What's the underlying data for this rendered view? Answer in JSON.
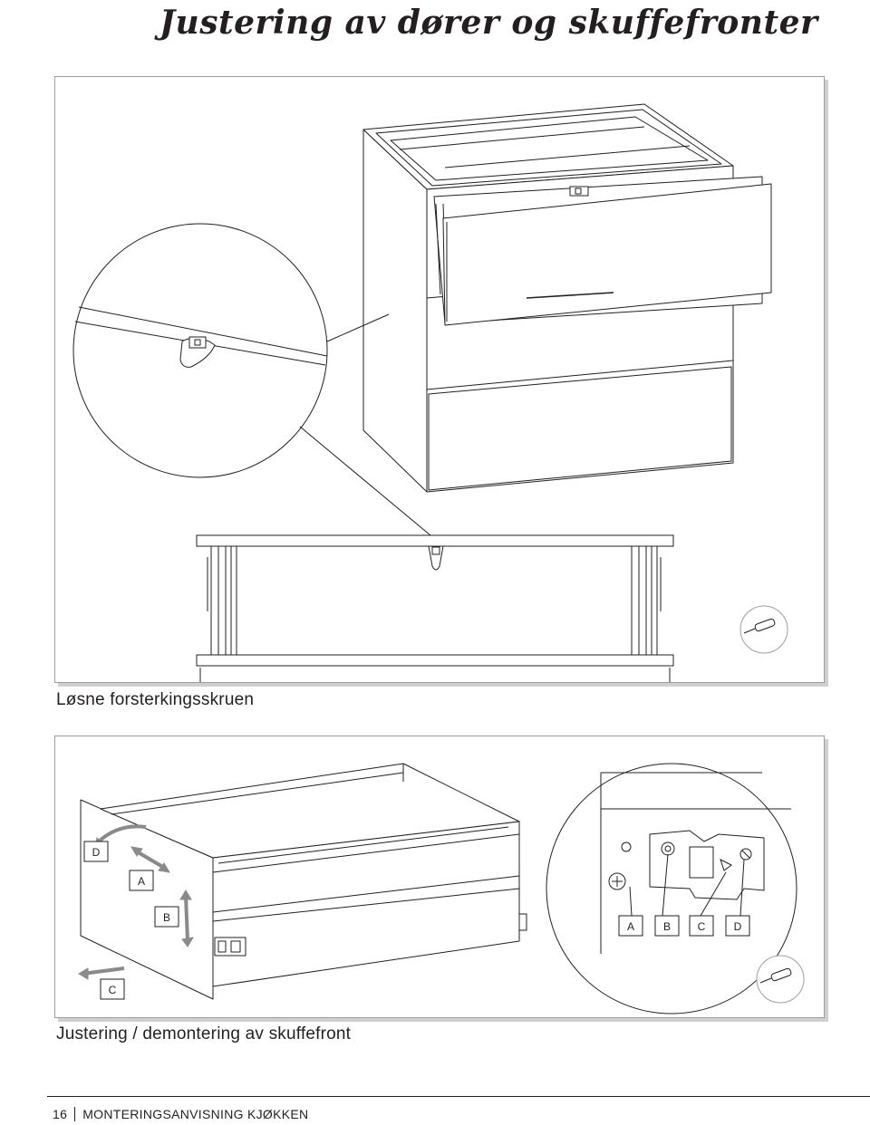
{
  "page_title": "Justering av dører og skuffefronter",
  "panel_top": {
    "caption": "Løsne forsterkingsskruen"
  },
  "panel_bottom": {
    "caption": "Justering / demontering av skuffefront",
    "labels": {
      "a": "A",
      "b": "B",
      "c": "C",
      "d": "D"
    }
  },
  "footer": {
    "page_number": "16",
    "section": "MONTERINGSANVISNING KJØKKEN"
  },
  "icons": [
    "screwdriver-icon",
    "adjust-arrow-icon"
  ],
  "colors": {
    "line": "#231f20",
    "arrow_gray": "#8a8a8a",
    "panel_border": "#9d9d9d"
  }
}
